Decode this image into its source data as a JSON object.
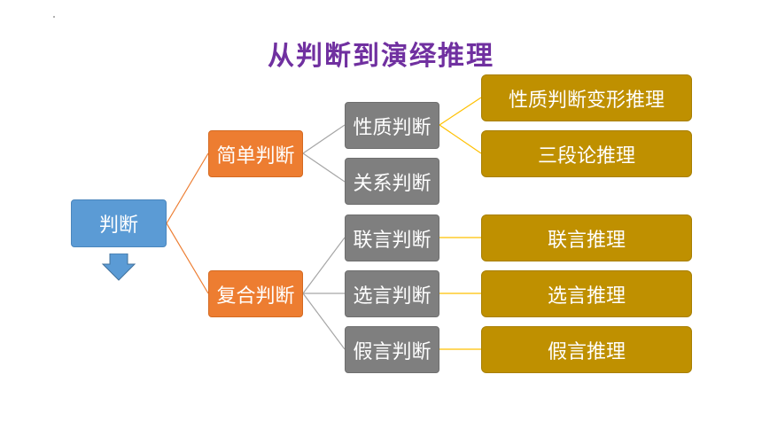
{
  "title": "从判断到演绎推理",
  "colors": {
    "title": "#7030a0",
    "root": "#5b9bd5",
    "level1": "#ed7d31",
    "level2": "#7f7f7f",
    "level3": "#bf9000",
    "arrow": "#5b9bd5"
  },
  "root": {
    "label": "判断"
  },
  "level1": [
    {
      "label": "简单判断"
    },
    {
      "label": "复合判断"
    }
  ],
  "level2": [
    {
      "label": "性质判断"
    },
    {
      "label": "关系判断"
    },
    {
      "label": "联言判断"
    },
    {
      "label": "选言判断"
    },
    {
      "label": "假言判断"
    }
  ],
  "level3": [
    {
      "label": "性质判断变形推理"
    },
    {
      "label": "三段论推理"
    },
    {
      "label": "联言推理"
    },
    {
      "label": "选言推理"
    },
    {
      "label": "假言推理"
    }
  ],
  "icons": {
    "down_arrow": "down-arrow-icon"
  }
}
